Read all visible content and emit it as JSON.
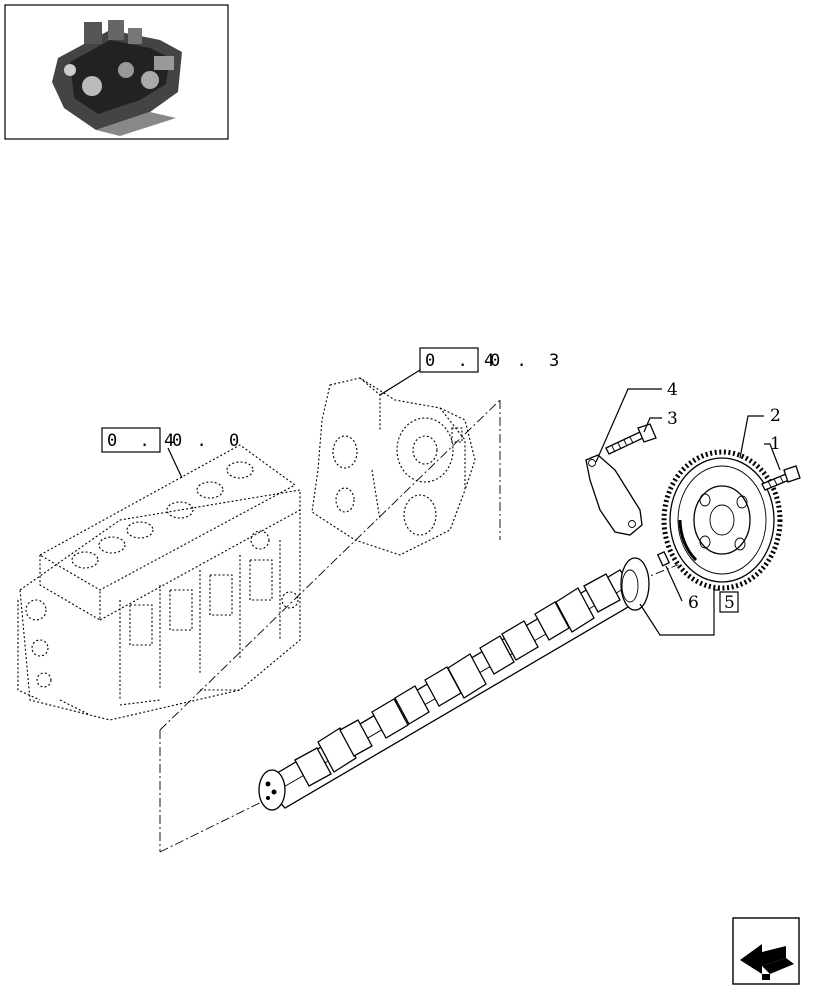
{
  "references": {
    "crankcase": {
      "boxed": "0 . 0",
      "rest": "4 . 0"
    },
    "timing_cover": {
      "boxed": "0 . 0",
      "rest": "4 . 3"
    }
  },
  "callouts": {
    "c1": "1",
    "c2": "2",
    "c3": "3",
    "c4": "4",
    "c5": "5",
    "c6": "6"
  },
  "icons": {
    "thumbnail": "engine-thumbnail-icon",
    "nav": "next-page-arrow-icon"
  }
}
